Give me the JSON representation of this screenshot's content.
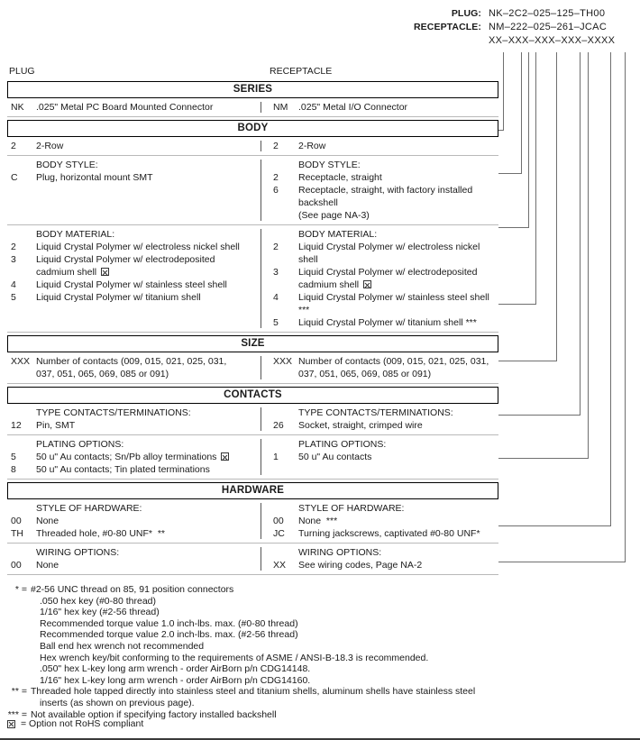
{
  "header": {
    "plug_label": "PLUG:",
    "plug_value": "NK–2C2–025–125–TH00",
    "receptacle_label": "RECEPTACLE:",
    "receptacle_value": "NM–222–025–261–JCAC",
    "mask_value": "XX–XXX–XXX–XXX–XXXX"
  },
  "columns": {
    "plug": "PLUG",
    "receptacle": "RECEPTACLE"
  },
  "sections": [
    {
      "title": "SERIES",
      "groups": [
        {
          "label_left": "",
          "label_right": "",
          "left": [
            {
              "code": "NK",
              "desc": ".025\" Metal PC Board Mounted Connector"
            }
          ],
          "right": [
            {
              "code": "NM",
              "desc": ".025\" Metal I/O Connector"
            }
          ]
        }
      ]
    },
    {
      "title": "BODY",
      "groups": [
        {
          "label_left": "",
          "label_right": "",
          "left": [
            {
              "code": "2",
              "desc": "2-Row"
            }
          ],
          "right": [
            {
              "code": "2",
              "desc": "2-Row"
            }
          ]
        },
        {
          "label_left": "BODY STYLE:",
          "label_right": "BODY STYLE:",
          "left": [
            {
              "code": "C",
              "desc": "Plug, horizontal mount SMT"
            }
          ],
          "right": [
            {
              "code": "2",
              "desc": "Receptacle, straight"
            },
            {
              "code": "6",
              "desc": "Receptacle, straight, with factory installed backshell",
              "cont": "(See page NA-3)"
            }
          ]
        },
        {
          "label_left": "BODY MATERIAL:",
          "label_right": "BODY MATERIAL:",
          "left": [
            {
              "code": "2",
              "desc": "Liquid Crystal Polymer w/ electroless nickel shell"
            },
            {
              "code": "3",
              "desc": "Liquid Crystal Polymer w/ electrodeposited",
              "cont": "cadmium shell",
              "cont_rohs": true
            },
            {
              "code": "4",
              "desc": "Liquid Crystal Polymer w/ stainless steel shell"
            },
            {
              "code": "5",
              "desc": "Liquid Crystal Polymer w/ titanium shell"
            }
          ],
          "right": [
            {
              "code": "2",
              "desc": "Liquid Crystal Polymer w/ electroless nickel shell"
            },
            {
              "code": "3",
              "desc": "Liquid Crystal Polymer w/ electrodeposited",
              "cont": "cadmium shell",
              "cont_rohs": true
            },
            {
              "code": "4",
              "desc": "Liquid Crystal Polymer w/ stainless steel shell ***"
            },
            {
              "code": "5",
              "desc": "Liquid Crystal Polymer w/ titanium shell ***"
            }
          ]
        }
      ]
    },
    {
      "title": "SIZE",
      "groups": [
        {
          "label_left": "",
          "label_right": "",
          "left": [
            {
              "code": "XXX",
              "desc": "Number of contacts (009, 015, 021, 025, 031,",
              "cont": "037, 051, 065, 069, 085 or 091)"
            }
          ],
          "right": [
            {
              "code": "XXX",
              "desc": "Number of contacts (009, 015, 021, 025, 031,",
              "cont": "037, 051, 065, 069, 085 or 091)"
            }
          ]
        }
      ]
    },
    {
      "title": "CONTACTS",
      "groups": [
        {
          "label_left": "TYPE CONTACTS/TERMINATIONS:",
          "label_right": "TYPE CONTACTS/TERMINATIONS:",
          "left": [
            {
              "code": "12",
              "desc": "Pin, SMT"
            }
          ],
          "right": [
            {
              "code": "26",
              "desc": "Socket, straight, crimped wire"
            }
          ]
        },
        {
          "label_left": "PLATING OPTIONS:",
          "label_right": "PLATING OPTIONS:",
          "left": [
            {
              "code": "5",
              "desc": "50 u\" Au contacts; Sn/Pb alloy terminations",
              "rohs": true
            },
            {
              "code": "8",
              "desc": "50 u\" Au contacts; Tin plated terminations"
            }
          ],
          "right": [
            {
              "code": "1",
              "desc": "50 u\" Au contacts"
            }
          ]
        }
      ]
    },
    {
      "title": "HARDWARE",
      "groups": [
        {
          "label_left": "STYLE OF HARDWARE:",
          "label_right": "STYLE OF HARDWARE:",
          "left": [
            {
              "code": "00",
              "desc": "None"
            },
            {
              "code": "TH",
              "desc": "Threaded hole, #0-80 UNF*  **"
            }
          ],
          "right": [
            {
              "code": "00",
              "desc": "None  ***"
            },
            {
              "code": "JC",
              "desc": "Turning jackscrews, captivated #0-80 UNF*"
            }
          ]
        },
        {
          "label_left": "WIRING OPTIONS:",
          "label_right": "WIRING OPTIONS:",
          "left": [
            {
              "code": "00",
              "desc": "None"
            }
          ],
          "right": [
            {
              "code": "XX",
              "desc": "See wiring codes, Page NA-2"
            }
          ]
        }
      ]
    }
  ],
  "footnotes": [
    {
      "mark": "* =",
      "lines": [
        "#2-56 UNC thread on 85, 91 position connectors",
        ".050 hex key (#0-80 thread)",
        "1/16\" hex key (#2-56 thread)",
        "Recommended torque value 1.0 inch-lbs. max. (#0-80 thread)",
        "Recommended torque value 2.0 inch-lbs. max. (#2-56 thread)",
        "Ball end hex wrench not recommended",
        "Hex wrench key/bit conforming to the requirements of ASME / ANSI-B-18.3 is recommended.",
        ".050\" hex L-key long arm wrench - order AirBorn p/n CDG14148.",
        "1/16\" hex L-key long arm wrench - order AirBorn p/n CDG14160."
      ]
    },
    {
      "mark": "** =",
      "lines": [
        "Threaded hole tapped directly into stainless steel and titanium shells, aluminum shells have stainless steel",
        "inserts (as shown on previous page)."
      ]
    },
    {
      "mark": "*** =",
      "lines": [
        "Not available option if specifying factory installed backshell"
      ]
    }
  ],
  "rohs_note": "= Option not RoHS compliant",
  "colors": {
    "ink": "#1a1a1a",
    "rule": "#b9b9b9",
    "frame": "#000000",
    "leader": "#6f6f6f"
  }
}
